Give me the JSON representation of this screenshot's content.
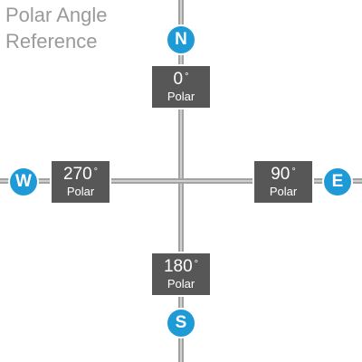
{
  "title": {
    "line1": "Polar Angle",
    "line2": "Reference"
  },
  "degree_symbol": "°",
  "directions": {
    "north": {
      "letter": "N",
      "angle": "0",
      "unit": "Polar"
    },
    "east": {
      "letter": "E",
      "angle": "90",
      "unit": "Polar"
    },
    "south": {
      "letter": "S",
      "angle": "180",
      "unit": "Polar"
    },
    "west": {
      "letter": "W",
      "angle": "270",
      "unit": "Polar"
    }
  },
  "colors": {
    "badge": "#1e9bd7",
    "box": "#575757",
    "axis": "#a2a2a2",
    "title": "#9a9a9a"
  }
}
